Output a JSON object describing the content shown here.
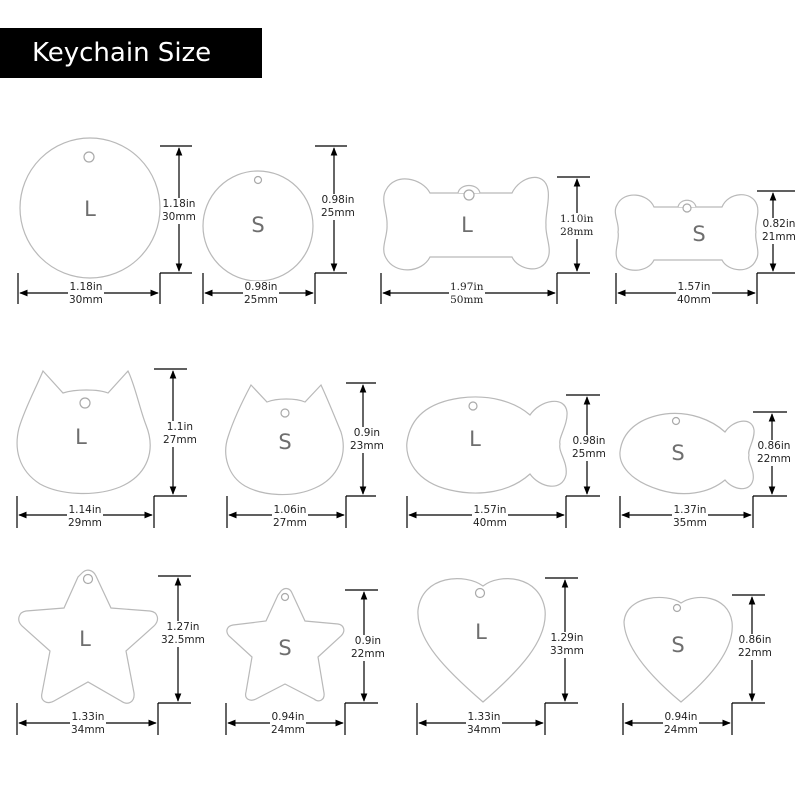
{
  "title": "Keychain Size",
  "colors": {
    "title_bg": "#000000",
    "title_text": "#ffffff",
    "outline": "#b9b9b9",
    "dimension_line": "#000000",
    "letter": "#6e6e6e"
  },
  "keychains": [
    {
      "shape": "circle",
      "size": "L",
      "height_in": "1.18in",
      "height_mm": "30mm",
      "width_in": "1.18in",
      "width_mm": "30mm"
    },
    {
      "shape": "circle",
      "size": "S",
      "height_in": "0.98in",
      "height_mm": "25mm",
      "width_in": "0.98in",
      "width_mm": "25mm"
    },
    {
      "shape": "bone",
      "size": "L",
      "height_in": "1.10in",
      "height_mm": "28mm",
      "width_in": "1.97in",
      "width_mm": "50mm"
    },
    {
      "shape": "bone",
      "size": "S",
      "height_in": "0.82in",
      "height_mm": "21mm",
      "width_in": "1.57in",
      "width_mm": "40mm"
    },
    {
      "shape": "cat",
      "size": "L",
      "height_in": "1.1in",
      "height_mm": "27mm",
      "width_in": "1.14in",
      "width_mm": "29mm"
    },
    {
      "shape": "cat",
      "size": "S",
      "height_in": "0.9in",
      "height_mm": "23mm",
      "width_in": "1.06in",
      "width_mm": "27mm"
    },
    {
      "shape": "fish",
      "size": "L",
      "height_in": "0.98in",
      "height_mm": "25mm",
      "width_in": "1.57in",
      "width_mm": "40mm"
    },
    {
      "shape": "fish",
      "size": "S",
      "height_in": "0.86in",
      "height_mm": "22mm",
      "width_in": "1.37in",
      "width_mm": "35mm"
    },
    {
      "shape": "star",
      "size": "L",
      "height_in": "1.27in",
      "height_mm": "32.5mm",
      "width_in": "1.33in",
      "width_mm": "34mm"
    },
    {
      "shape": "star",
      "size": "S",
      "height_in": "0.9in",
      "height_mm": "22mm",
      "width_in": "0.94in",
      "width_mm": "24mm"
    },
    {
      "shape": "heart",
      "size": "L",
      "height_in": "1.29in",
      "height_mm": "33mm",
      "width_in": "1.33in",
      "width_mm": "34mm"
    },
    {
      "shape": "heart",
      "size": "S",
      "height_in": "0.86in",
      "height_mm": "22mm",
      "width_in": "0.94in",
      "width_mm": "24mm"
    }
  ]
}
